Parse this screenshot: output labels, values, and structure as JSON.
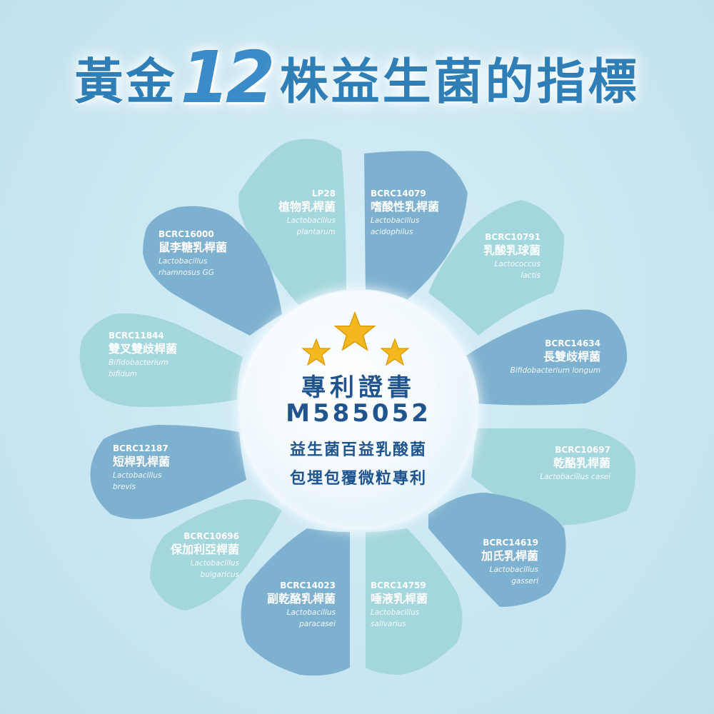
{
  "title": {
    "prefix": "黃金",
    "number": "12",
    "suffix": "株益生菌的指標"
  },
  "center": {
    "certificate_title": "專利證書",
    "certificate_number": "M585052",
    "line1": "益生菌百益乳酸菌",
    "line2": "包埋包覆微粒專利"
  },
  "strains": [
    {
      "code": "LP28",
      "name_zh": "植物乳桿菌",
      "sci_line1": "Lactobacillus",
      "sci_line2": "plantarum"
    },
    {
      "code": "BCRC14079",
      "name_zh": "嗜酸性乳桿菌",
      "sci_line1": "Lactobacillus",
      "sci_line2": "acidophilus"
    },
    {
      "code": "BCRC10791",
      "name_zh": "乳酸乳球菌",
      "sci_line1": "Lactococcus",
      "sci_line2": "lactis"
    },
    {
      "code": "BCRC14634",
      "name_zh": "長雙歧桿菌",
      "sci_line1": "Bifidobacterium longum",
      "sci_line2": ""
    },
    {
      "code": "BCRC10697",
      "name_zh": "乾酪乳桿菌",
      "sci_line1": "Lactobacillus casei",
      "sci_line2": ""
    },
    {
      "code": "BCRC14619",
      "name_zh": "加氏乳桿菌",
      "sci_line1": "Lactobacillus",
      "sci_line2": "gasseri"
    },
    {
      "code": "BCRC14759",
      "name_zh": "唾液乳桿菌",
      "sci_line1": "Lactobacillus",
      "sci_line2": "salivarius"
    },
    {
      "code": "BCRC14023",
      "name_zh": "副乾酪乳桿菌",
      "sci_line1": "Lactobacillus",
      "sci_line2": "paracasei"
    },
    {
      "code": "BCRC10696",
      "name_zh": "保加利亞桿菌",
      "sci_line1": "Lactobacillus",
      "sci_line2": "bulgaricus"
    },
    {
      "code": "BCRC12187",
      "name_zh": "短桿乳桿菌",
      "sci_line1": "Lactobacillus",
      "sci_line2": "brevis"
    },
    {
      "code": "BCRC11844",
      "name_zh": "雙叉雙歧桿菌",
      "sci_line1": "Bifidobacterium",
      "sci_line2": "bifidum"
    },
    {
      "code": "BCRC16000",
      "name_zh": "鼠李糖乳桿菌",
      "sci_line1": "Lactobacillus",
      "sci_line2": "rhamnosus GG"
    }
  ],
  "colors": {
    "background": "#c9e7f2",
    "petal_dark": "#7eb1d0",
    "petal_light": "#a3d6dd",
    "title": "#2f7fb6",
    "center_text": "#20548f",
    "star": "#f2b81e"
  }
}
